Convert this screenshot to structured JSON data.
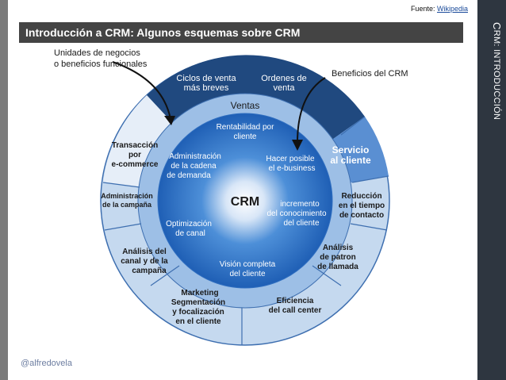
{
  "source": {
    "label": "Fuente:",
    "link": "Wikipedia"
  },
  "header": {
    "title": "Introducción a CRM: Algunos esquemas sobre CRM"
  },
  "side": {
    "title_first": "C",
    "title_rest": "RM: INTRODUCCIÓN"
  },
  "footer": {
    "handle": "@alfredovela"
  },
  "diagram": {
    "callouts": {
      "unidades_1": "Unidades de negocios",
      "unidades_2": "o beneficios funcionales",
      "beneficios": "Beneficios del CRM"
    },
    "top": {
      "ciclos_1": "Ciclos de venta",
      "ciclos_2": "más breves",
      "ordenes_1": "Ordenes de",
      "ordenes_2": "venta",
      "ventas": "Ventas"
    },
    "outer": {
      "transaccion_1": "Transacción",
      "transaccion_2": "por",
      "transaccion_3": "e-commerce",
      "servicio_1": "Servicio",
      "servicio_2": "al cliente",
      "admin_campana_1": "Administración",
      "admin_campana_2": "de la campaña",
      "reduccion_1": "Reducción",
      "reduccion_2": "en el tiempo",
      "reduccion_3": "de contacto",
      "analisis_canal_1": "Análisis del",
      "analisis_canal_2": "canal y de la",
      "analisis_canal_3": "campaña",
      "analisis_patron_1": "Análisis",
      "analisis_patron_2": "de patron",
      "analisis_patron_3": "de llamada",
      "marketing_1": "Marketing",
      "marketing_2": "Segmentación",
      "marketing_3": "y focalización",
      "marketing_4": "en el cliente",
      "eficiencia_1": "Eficiencia",
      "eficiencia_2": "del call center"
    },
    "inner": {
      "rentabilidad_1": "Rentabilidad por",
      "rentabilidad_2": "cliente",
      "administracion_1": "Administración",
      "administracion_2": "de la cadena",
      "administracion_3": "de demanda",
      "hacer_1": "Hacer posible",
      "hacer_2": "el e-business",
      "incremento_1": "incremento",
      "incremento_2": "del conocimiento",
      "incremento_3": "del cliente",
      "optimizacion_1": "Optimización",
      "optimizacion_2": "de canal",
      "vision_1": "Visión completa",
      "vision_2": "del cliente"
    },
    "center": "CRM"
  }
}
